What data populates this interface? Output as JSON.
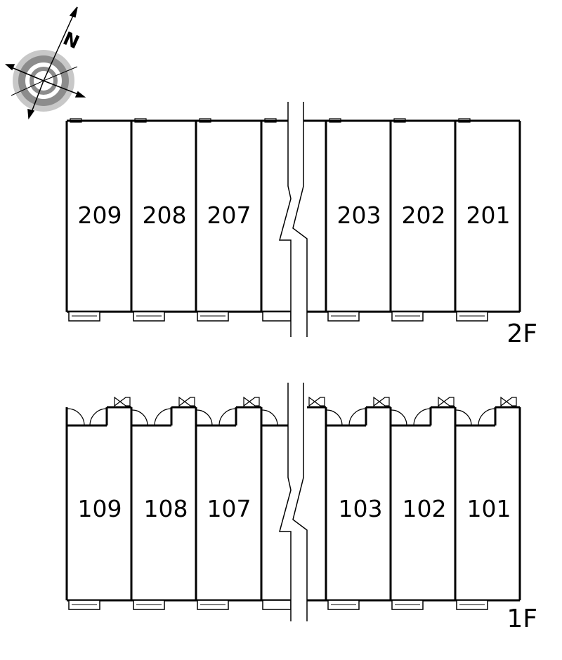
{
  "compass": {
    "north_label": "N",
    "icon": "compass-rose"
  },
  "floors": [
    {
      "label": "2F",
      "units": [
        "209",
        "208",
        "207",
        "203",
        "202",
        "201"
      ]
    },
    {
      "label": "1F",
      "units": [
        "109",
        "108",
        "107",
        "103",
        "102",
        "101"
      ]
    }
  ],
  "colors": {
    "line": "#000000",
    "compass_gray": "#8c8c8c",
    "compass_light": "#c8c8c8",
    "background": "#ffffff"
  }
}
